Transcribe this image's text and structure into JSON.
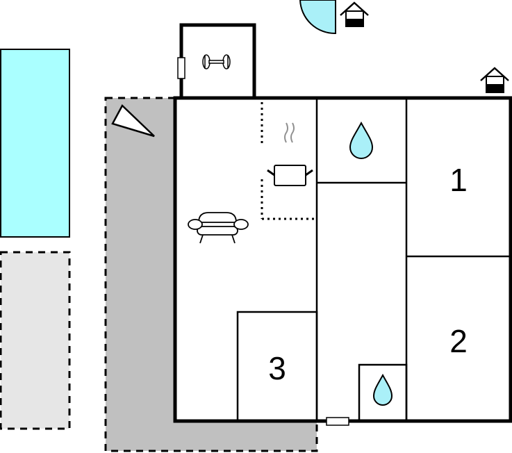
{
  "diagram": {
    "type": "floor-plan",
    "colors": {
      "pool": "#aaffff",
      "water": "#aaf0f8",
      "terrace": "#c0c0c0",
      "parking": "#e6e6e6",
      "wall": "#000000",
      "steam": "#909090"
    },
    "rooms": [
      {
        "id": "bedroom-1",
        "label": "1"
      },
      {
        "id": "bedroom-2",
        "label": "2"
      },
      {
        "id": "bedroom-3",
        "label": "3"
      }
    ],
    "symbols": [
      "pool",
      "parking-area",
      "terrace",
      "sunbed",
      "fitness-room-dumbbell",
      "living-room-sofa",
      "kitchen-pot",
      "bathroom-water-drop-1",
      "bathroom-water-drop-2",
      "entrance-door-arc",
      "entrance-house-1",
      "entrance-house-2"
    ]
  }
}
